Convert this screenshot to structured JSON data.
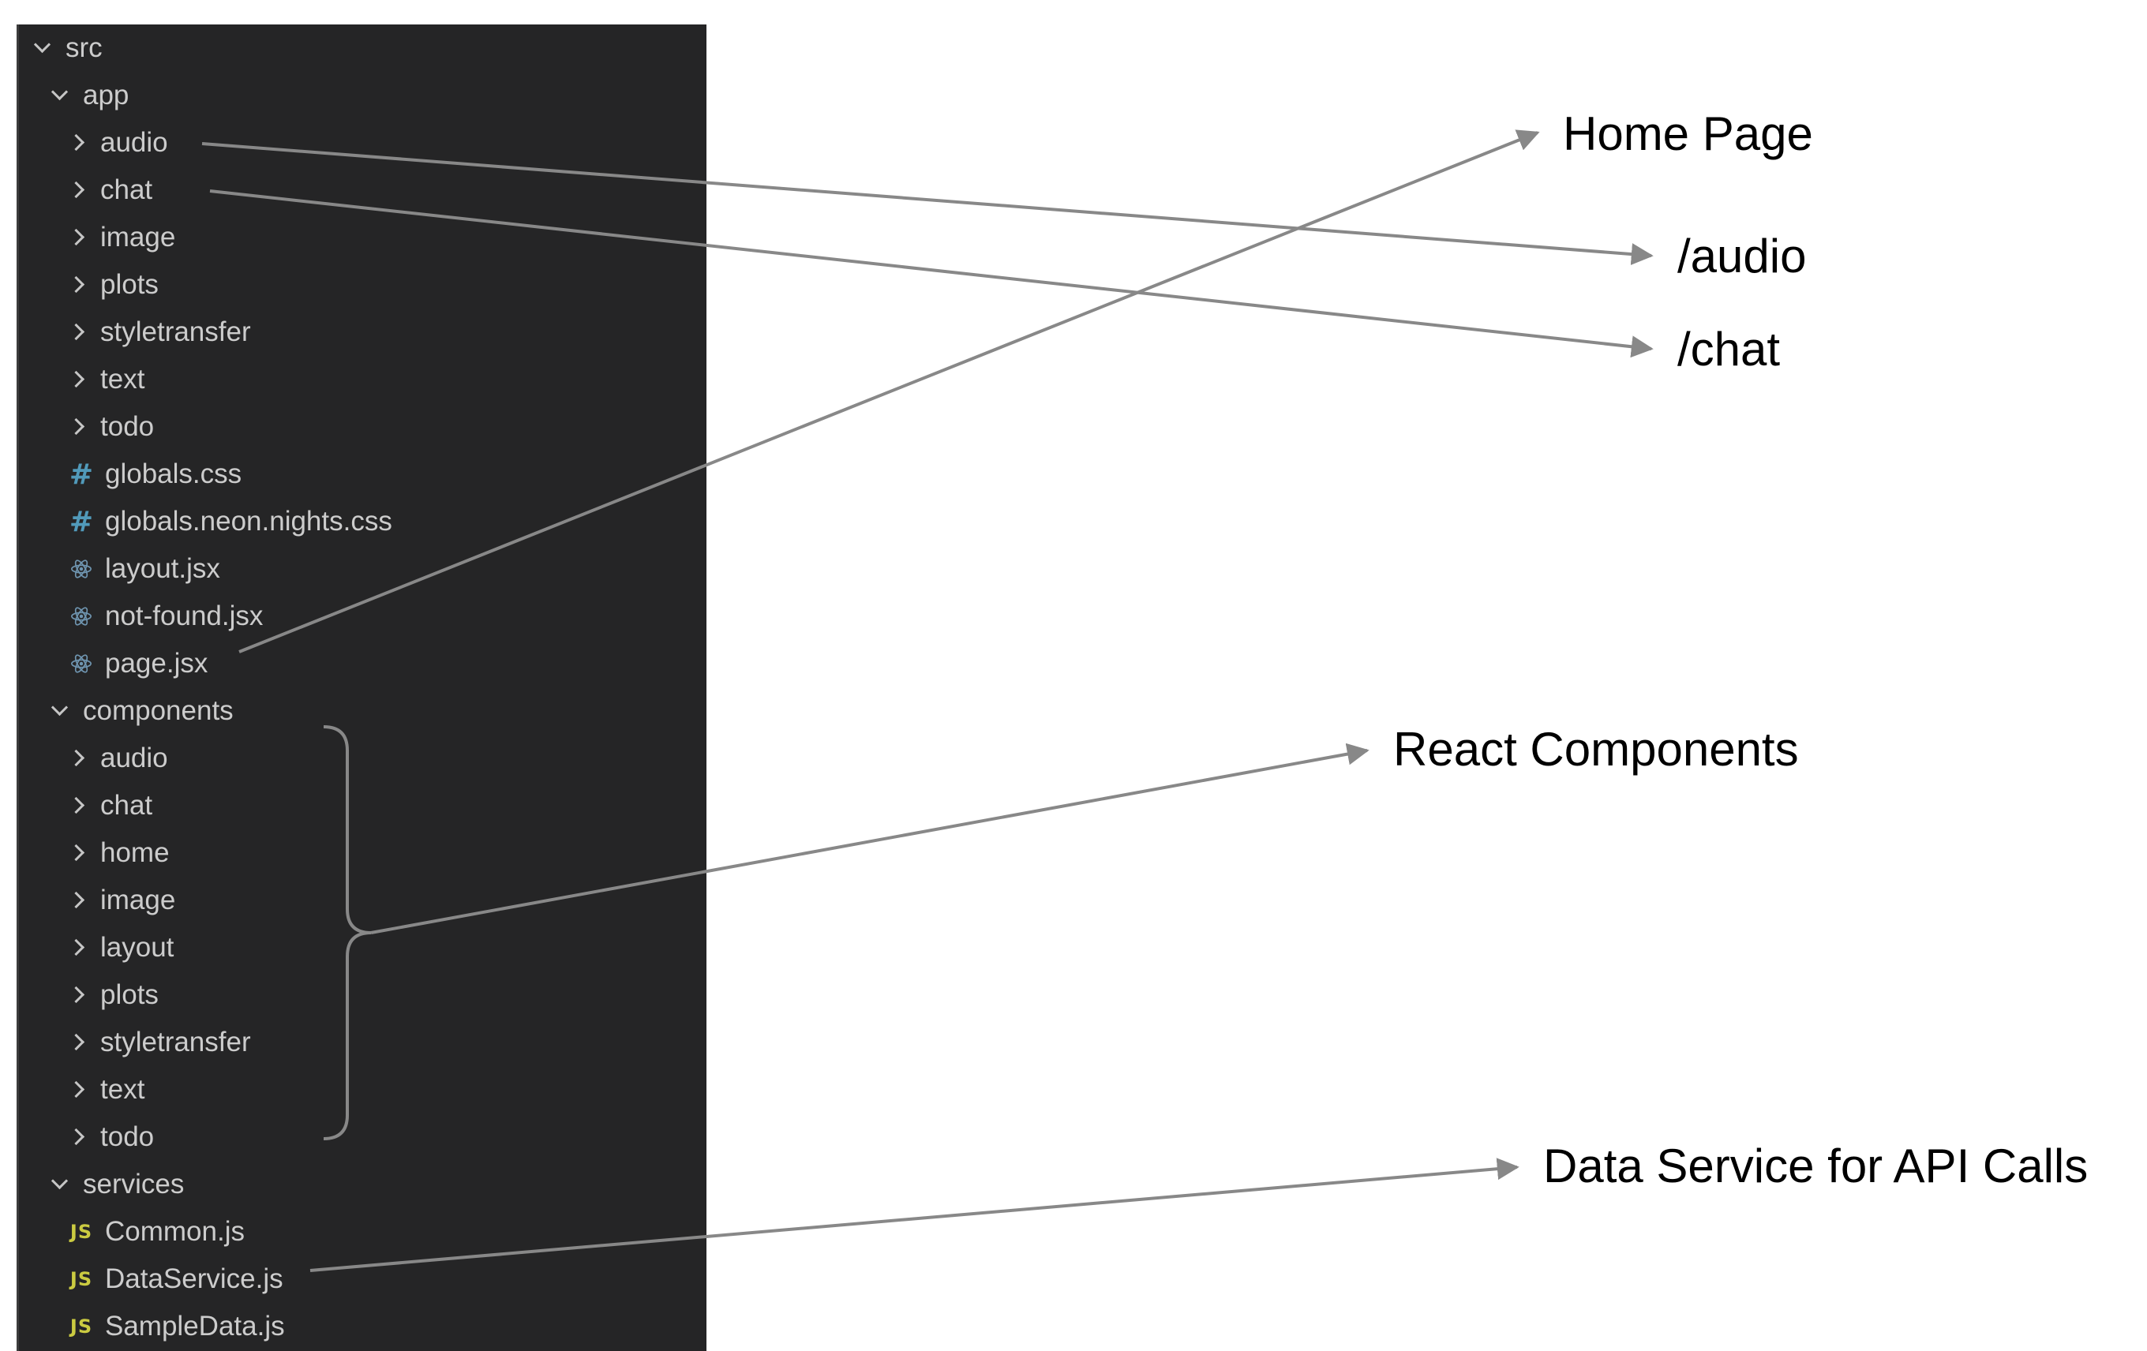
{
  "explorer": {
    "items": [
      {
        "label": "src",
        "kind": "folder",
        "state": "open",
        "depth": 0
      },
      {
        "label": "app",
        "kind": "folder",
        "state": "open",
        "depth": 1
      },
      {
        "label": "audio",
        "kind": "folder",
        "state": "closed",
        "depth": 2
      },
      {
        "label": "chat",
        "kind": "folder",
        "state": "closed",
        "depth": 2
      },
      {
        "label": "image",
        "kind": "folder",
        "state": "closed",
        "depth": 2
      },
      {
        "label": "plots",
        "kind": "folder",
        "state": "closed",
        "depth": 2
      },
      {
        "label": "styletransfer",
        "kind": "folder",
        "state": "closed",
        "depth": 2
      },
      {
        "label": "text",
        "kind": "folder",
        "state": "closed",
        "depth": 2
      },
      {
        "label": "todo",
        "kind": "folder",
        "state": "closed",
        "depth": 2
      },
      {
        "label": "globals.css",
        "kind": "file",
        "icon": "css-hash-icon",
        "depth": 2
      },
      {
        "label": "globals.neon.nights.css",
        "kind": "file",
        "icon": "css-hash-icon",
        "depth": 2
      },
      {
        "label": "layout.jsx",
        "kind": "file",
        "icon": "react-icon",
        "depth": 2
      },
      {
        "label": "not-found.jsx",
        "kind": "file",
        "icon": "react-icon",
        "depth": 2
      },
      {
        "label": "page.jsx",
        "kind": "file",
        "icon": "react-icon",
        "depth": 2
      },
      {
        "label": "components",
        "kind": "folder",
        "state": "open",
        "depth": 1
      },
      {
        "label": "audio",
        "kind": "folder",
        "state": "closed",
        "depth": 2
      },
      {
        "label": "chat",
        "kind": "folder",
        "state": "closed",
        "depth": 2
      },
      {
        "label": "home",
        "kind": "folder",
        "state": "closed",
        "depth": 2
      },
      {
        "label": "image",
        "kind": "folder",
        "state": "closed",
        "depth": 2
      },
      {
        "label": "layout",
        "kind": "folder",
        "state": "closed",
        "depth": 2
      },
      {
        "label": "plots",
        "kind": "folder",
        "state": "closed",
        "depth": 2
      },
      {
        "label": "styletransfer",
        "kind": "folder",
        "state": "closed",
        "depth": 2
      },
      {
        "label": "text",
        "kind": "folder",
        "state": "closed",
        "depth": 2
      },
      {
        "label": "todo",
        "kind": "folder",
        "state": "closed",
        "depth": 2
      },
      {
        "label": "services",
        "kind": "folder",
        "state": "open",
        "depth": 1
      },
      {
        "label": "Common.js",
        "kind": "file",
        "icon": "js-icon",
        "depth": 2
      },
      {
        "label": "DataService.js",
        "kind": "file",
        "icon": "js-icon",
        "depth": 2
      },
      {
        "label": "SampleData.js",
        "kind": "file",
        "icon": "js-icon",
        "depth": 2
      }
    ],
    "css_icon_glyph": "#",
    "js_icon_glyph": "JS"
  },
  "annotations": {
    "home_page": "Home Page",
    "audio_route": "/audio",
    "chat_route": "/chat",
    "react_components": "React Components",
    "data_service": "Data Service for API Calls"
  },
  "colors": {
    "sidebar_bg": "#252526",
    "text": "#cccccc",
    "css_icon": "#519aba",
    "js_icon": "#cbcb41",
    "react_icon": "#6f95b0",
    "arrow": "#888888"
  }
}
